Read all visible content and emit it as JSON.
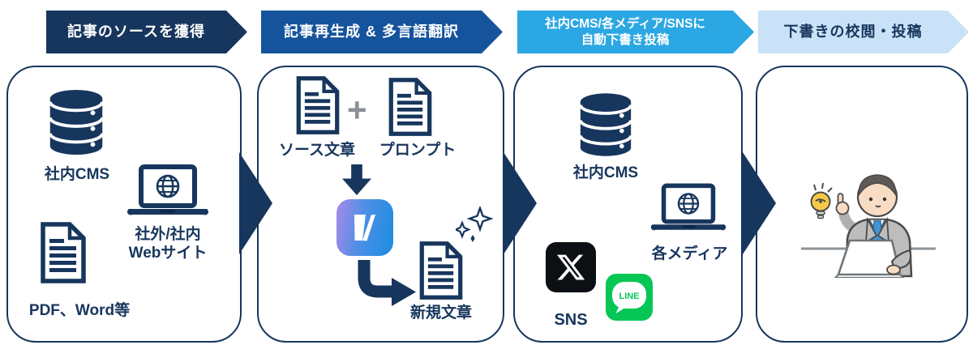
{
  "colors": {
    "navy": "#17365d",
    "banner2": "#15539d",
    "banner3": "#2ba7e3",
    "banner4bg": "#c9e2f7",
    "plusgray": "#8b8f97",
    "xbg": "#0c0f13",
    "linegreen": "#06c755",
    "appstart": "#a98ae8",
    "append": "#1b8de2"
  },
  "banners": [
    {
      "line1": "記事のソースを獲得"
    },
    {
      "line1": "記事再生成 & 多言語翻訳"
    },
    {
      "line1": "社内CMS/各メディア/SNSに",
      "line2": "自動下書き投稿"
    },
    {
      "line1": "下書きの校閲・投稿"
    }
  ],
  "stage1": {
    "cms_label": "社内CMS",
    "web_label_line1": "社外/社内",
    "web_label_line2": "Webサイト",
    "docs_label": "PDF、Word等"
  },
  "stage2": {
    "source_label": "ソース文章",
    "plus_sign": "+",
    "prompt_label": "プロンプト",
    "output_label": "新規文章"
  },
  "stage3": {
    "cms_label": "社内CMS",
    "media_label": "各メディア",
    "sns_label": "SNS",
    "line_wordmark": "LINE"
  }
}
